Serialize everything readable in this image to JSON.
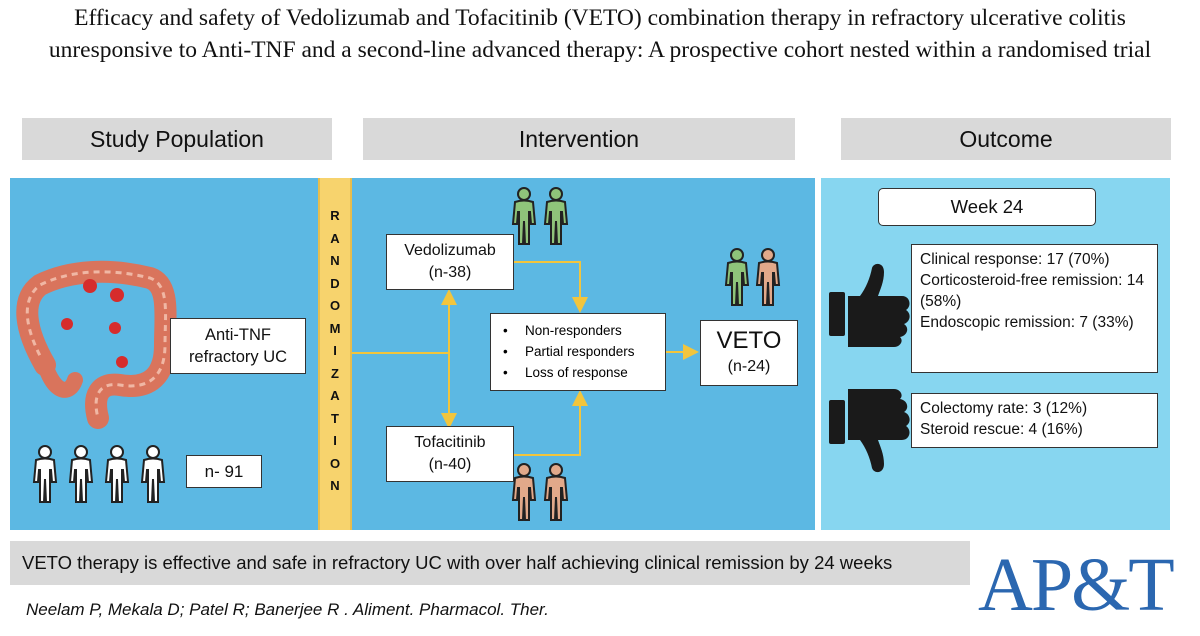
{
  "title": "Efficacy and safety of Vedolizumab and Tofacitinib (VETO) combination therapy in refractory ulcerative colitis unresponsive to Anti-TNF and a second-line advanced therapy: A prospective cohort nested within a randomised trial",
  "headers": {
    "population": "Study Population",
    "intervention": "Intervention",
    "outcome": "Outcome"
  },
  "randomization_letters": [
    "R",
    "A",
    "N",
    "D",
    "O",
    "M",
    "I",
    "Z",
    "A",
    "T",
    "I",
    "O",
    "N"
  ],
  "population": {
    "condition": "Anti-TNF refractory UC",
    "count": "n- 91",
    "icons": [
      "colon-icon",
      "person-icon"
    ]
  },
  "intervention": {
    "arm1": {
      "name": "Vedolizumab",
      "n": "(n-38)"
    },
    "arm2": {
      "name": "Tofacitinib",
      "n": "(n-40)"
    },
    "criteria": [
      "Non-responders",
      "Partial responders",
      "Loss of response"
    ],
    "combo": {
      "name": "VETO",
      "n": "(n-24)"
    },
    "colors": {
      "arm1_people": "#8fc47a",
      "arm2_people": "#e2a98a"
    }
  },
  "outcome": {
    "timepoint": "Week 24",
    "positive": [
      "Clinical response: 17 (70%)",
      "Corticosteroid-free remission: 14 (58%)",
      "Endoscopic remission: 7 (33%)"
    ],
    "negative": [
      "Colectomy rate: 3 (12%)",
      "Steroid rescue: 4 (16%)"
    ],
    "icons": [
      "thumbs-up-icon",
      "thumbs-down-icon"
    ]
  },
  "summary": "VETO therapy is effective and safe in refractory UC with over half achieving clinical remission by 24 weeks",
  "citation": "Neelam P, Mekala D; Patel R; Banerjee R . Aliment. Pharmacol. Ther.",
  "journal_logo": "AP&T",
  "colors": {
    "panel": "#5cb8e3",
    "outcome_panel": "#87d6f0",
    "randomization": "#f7d36d",
    "arrow": "#f2c53d",
    "logo": "#2b67b0"
  }
}
